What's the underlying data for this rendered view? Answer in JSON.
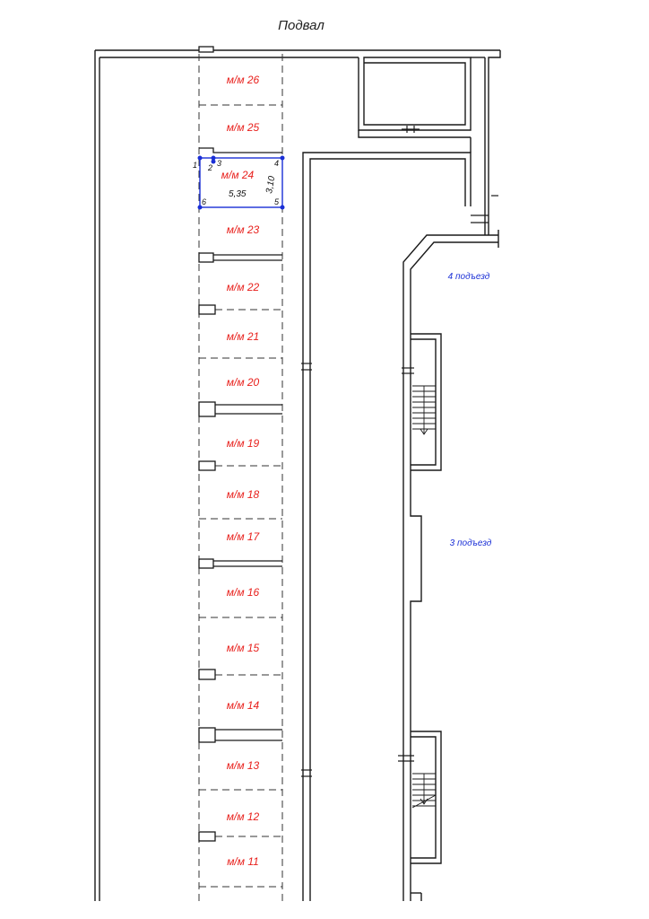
{
  "title": "Подвал",
  "colors": {
    "wall": "#1a1a1a",
    "space_label": "#e8201c",
    "selection": "#1a2fd6",
    "entrance_label": "#1a2fd6"
  },
  "parking_spaces": [
    {
      "label": "м/м 26"
    },
    {
      "label": "м/м 25"
    },
    {
      "label": "м/м 24"
    },
    {
      "label": "м/м 23"
    },
    {
      "label": "м/м 22"
    },
    {
      "label": "м/м 21"
    },
    {
      "label": "м/м 20"
    },
    {
      "label": "м/м 19"
    },
    {
      "label": "м/м 18"
    },
    {
      "label": "м/м 17"
    },
    {
      "label": "м/м 16"
    },
    {
      "label": "м/м 15"
    },
    {
      "label": "м/м 14"
    },
    {
      "label": "м/м 13"
    },
    {
      "label": "м/м 12"
    },
    {
      "label": "м/м 11"
    }
  ],
  "selected_space": {
    "label": "м/м 24",
    "length": "5,35",
    "width": "3,10",
    "vertices": [
      "1",
      "2",
      "3",
      "4",
      "5",
      "6"
    ]
  },
  "entrances": [
    {
      "label": "4 подъезд"
    },
    {
      "label": "3 подъезд"
    }
  ]
}
